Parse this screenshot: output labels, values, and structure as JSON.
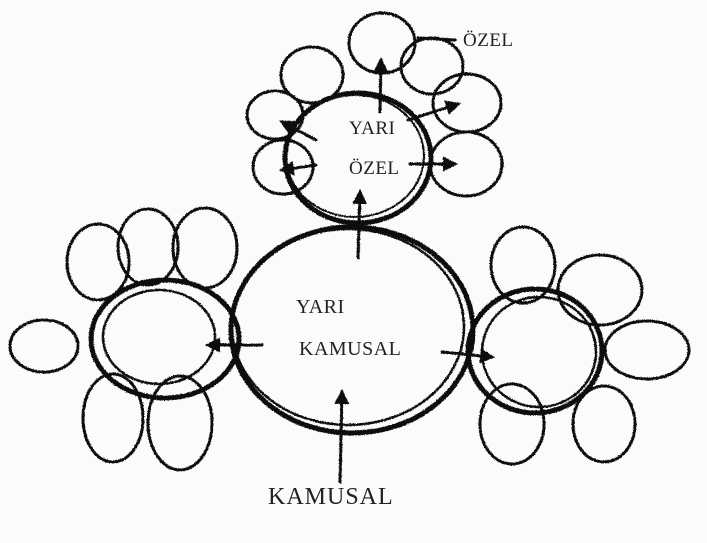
{
  "labels": {
    "ozel": "ÖZEL",
    "yari_ozel_line1": "YARI",
    "yari_ozel_line2": "ÖZEL",
    "yari_kamusal_line1": "YARI",
    "yari_kamusal_line2": "KAMUSAL",
    "kamusal": "KAMUSAL"
  },
  "colors": {
    "ink": "#111111",
    "background": "#fbfbfb"
  }
}
